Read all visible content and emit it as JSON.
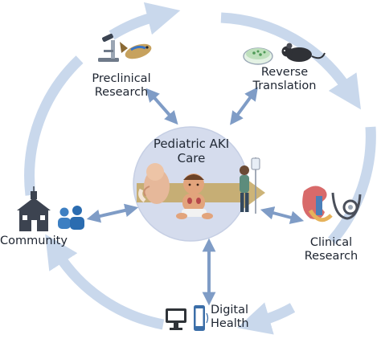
{
  "diagram": {
    "colors": {
      "ring": "#c9d8ec",
      "ring_stroke": "#b4c8e4",
      "arrow": "#7f9cc6",
      "center_disc": "#d5dced",
      "center_arrow": "#c2a45a",
      "text": "#1d2430"
    },
    "center": {
      "lines": [
        "Pediatric AKI",
        "Care"
      ],
      "icons": [
        "fetus-icon",
        "infant-icon",
        "adolescent-iv-icon"
      ]
    },
    "nodes": {
      "preclinical": {
        "lines": [
          "Preclinical",
          "Research"
        ],
        "icons": [
          "microscope-icon",
          "fish-icon"
        ]
      },
      "reverse": {
        "lines": [
          "Reverse",
          "Translation"
        ],
        "icons": [
          "petri-dish-icon",
          "mouse-icon"
        ]
      },
      "community": {
        "lines": [
          "Community"
        ],
        "icons": [
          "school-icon",
          "people-icon"
        ]
      },
      "clinical": {
        "lines": [
          "Clinical",
          "Research"
        ],
        "icons": [
          "kidney-icon",
          "stethoscope-icon"
        ]
      },
      "digital": {
        "lines": [
          "Digital",
          "Health"
        ],
        "icons": [
          "monitor-icon",
          "phone-icon"
        ]
      }
    }
  }
}
